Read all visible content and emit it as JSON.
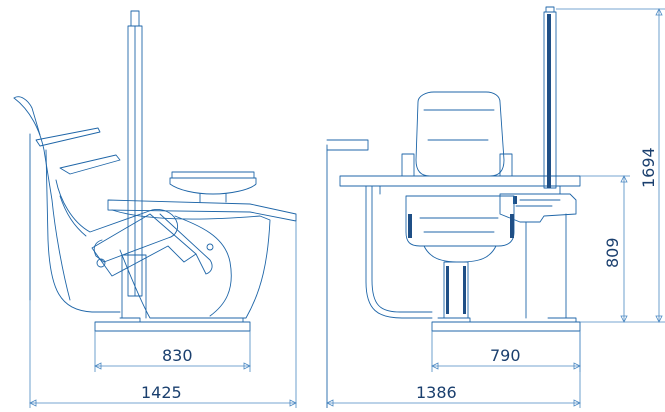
{
  "accent_color": "#1f66a8",
  "left_view": {
    "inner_dimension": "830",
    "outer_dimension": "1425"
  },
  "right_view": {
    "inner_dimension": "790",
    "outer_dimension": "1386",
    "seat_height": "809",
    "total_height": "1694"
  }
}
